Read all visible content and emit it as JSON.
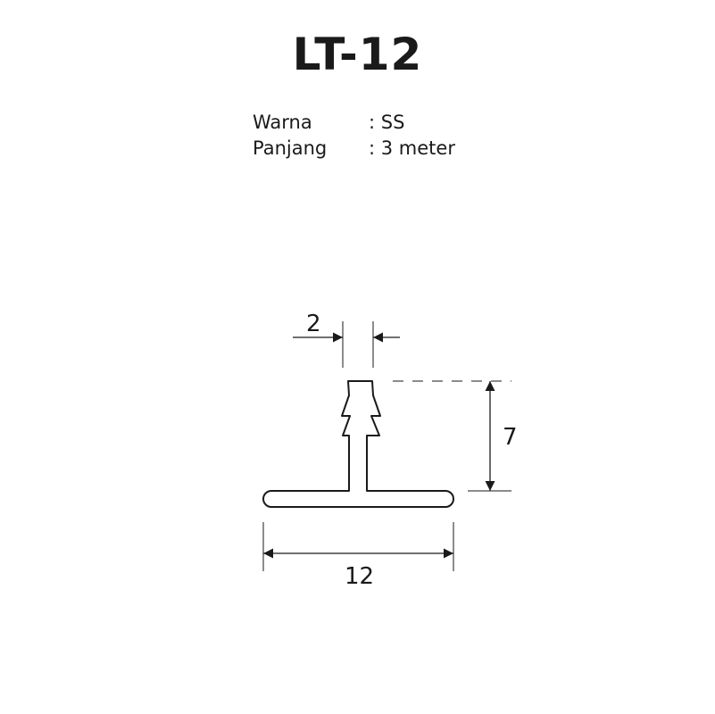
{
  "product": {
    "model": "LT-12"
  },
  "specs": [
    {
      "label": "Warna",
      "separator": ":",
      "value": "SS"
    },
    {
      "label": "Panjang",
      "separator": ":",
      "value": "3 meter"
    }
  ],
  "dimensions": {
    "stem_width": "2",
    "height": "7",
    "base_width": "12"
  },
  "colors": {
    "ink": "#1a1a1a",
    "background": "#ffffff"
  }
}
